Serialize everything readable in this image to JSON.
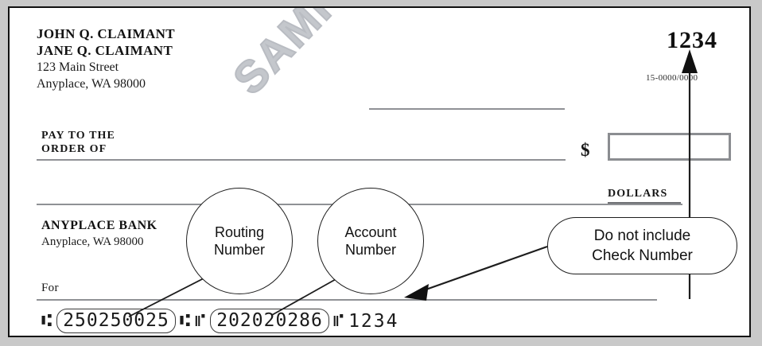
{
  "check": {
    "payer": {
      "name_line_1": "JOHN Q. CLAIMANT",
      "name_line_2": "JANE Q. CLAIMANT",
      "address_line_1": "123 Main Street",
      "address_line_2": "Anyplace, WA 98000"
    },
    "check_number": "1234",
    "fractional_routing_code": "15-0000/0000",
    "pay_to_line_1": "PAY TO THE",
    "pay_to_line_2": "ORDER OF",
    "currency_symbol": "$",
    "amount_value": "",
    "dollars_label": "DOLLARS",
    "bank": {
      "name": "ANYPLACE BANK",
      "address": "Anyplace, WA 98000"
    },
    "memo_label": "For",
    "memo_value": "",
    "date_value": "",
    "payee_value": "",
    "watermark_text": "SAMPLE"
  },
  "micr": {
    "transit_symbol_left": "⑆",
    "routing_number": "250250025",
    "transit_symbol_right": "⑆",
    "on_us_symbol_left": "⑈",
    "account_number": "202020286",
    "on_us_symbol_right": "⑈",
    "check_number": "1234"
  },
  "annotations": {
    "routing_callout_line_1": "Routing",
    "routing_callout_line_2": "Number",
    "account_callout_line_1": "Account",
    "account_callout_line_2": "Number",
    "warning_callout_line_1": "Do not include",
    "warning_callout_line_2": "Check Number"
  },
  "colors": {
    "page_background": "#c9c9c9",
    "check_background": "#ffffff",
    "border": "#111111",
    "rule_line": "#8f9195",
    "amount_box_border": "#8b8d91",
    "ink": "#121212",
    "watermark": "#b9bcc2"
  }
}
